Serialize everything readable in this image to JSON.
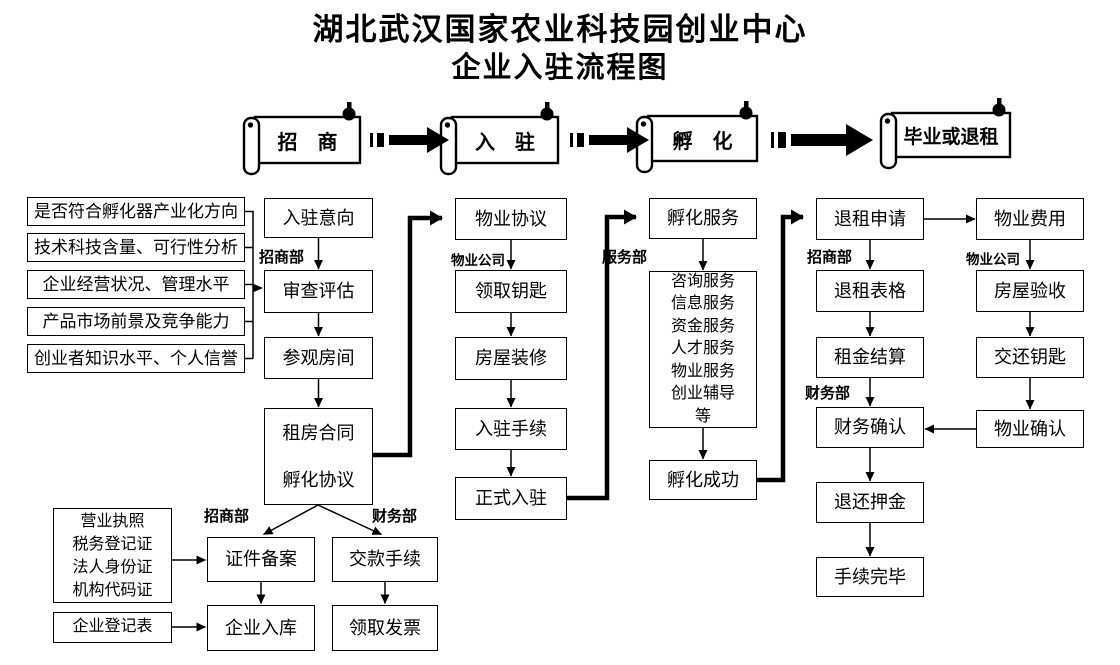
{
  "title": {
    "line1": "湖北武汉国家农业科技园创业中心",
    "line2": "企业入驻流程图"
  },
  "colors": {
    "line": "#000000",
    "box_background": "#ffffff",
    "text": "#000000"
  },
  "banners": {
    "zhaoshang": "招　商",
    "ruzhu": "入　驻",
    "fuhua": "孵　化",
    "biye": "毕业或退租"
  },
  "dept_labels": {
    "zhaoshang_top": "招商部",
    "wuye_left": "物业公司",
    "fuwu": "服务部",
    "zhaoshang_right": "招商部",
    "wuye_right": "物业公司",
    "caiwu_right": "财务部",
    "zhaoshang_bottom": "招商部",
    "caiwu_bottom": "财务部"
  },
  "criteria": [
    "是否符合孵化器产业化方向",
    "技术科技含量、可行性分析",
    "企业经营状况、管理水平",
    "产品市场前景及竞争能力",
    "创业者知识水平、个人信誉"
  ],
  "zhaoshang_flow": {
    "intent": "入驻意向",
    "review": "审查评估",
    "visit": "参观房间",
    "contract_line1": "租房合同",
    "contract_line2": "孵化协议"
  },
  "registration": {
    "docs": [
      "营业执照",
      "税务登记证",
      "法人身份证",
      "机构代码证"
    ],
    "form": "企业登记表",
    "filing": "证件备案",
    "payment": "交款手续",
    "stock": "企业入库",
    "invoice": "领取发票"
  },
  "ruzhu_flow": {
    "agreement": "物业协议",
    "keys": "领取钥匙",
    "renovate": "房屋装修",
    "procedure": "入驻手续",
    "official": "正式入驻"
  },
  "fuhua_flow": {
    "service": "孵化服务",
    "services": [
      "咨询服务",
      "信息服务",
      "资金服务",
      "人才服务",
      "物业服务",
      "创业辅导",
      "等"
    ],
    "success": "孵化成功"
  },
  "tuizu_flow": {
    "apply": "退租申请",
    "form": "退租表格",
    "settle": "租金结算",
    "finance": "财务确认",
    "deposit": "退还押金",
    "done": "手续完毕"
  },
  "wuye_flow": {
    "fee": "物业费用",
    "inspect": "房屋验收",
    "keys": "交还钥匙",
    "confirm": "物业确认"
  }
}
